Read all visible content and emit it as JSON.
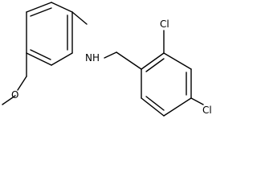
{
  "molecule": {
    "atoms": {
      "nh": "NH",
      "o": "O",
      "cl_top": "Cl",
      "cl_right": "Cl"
    }
  }
}
